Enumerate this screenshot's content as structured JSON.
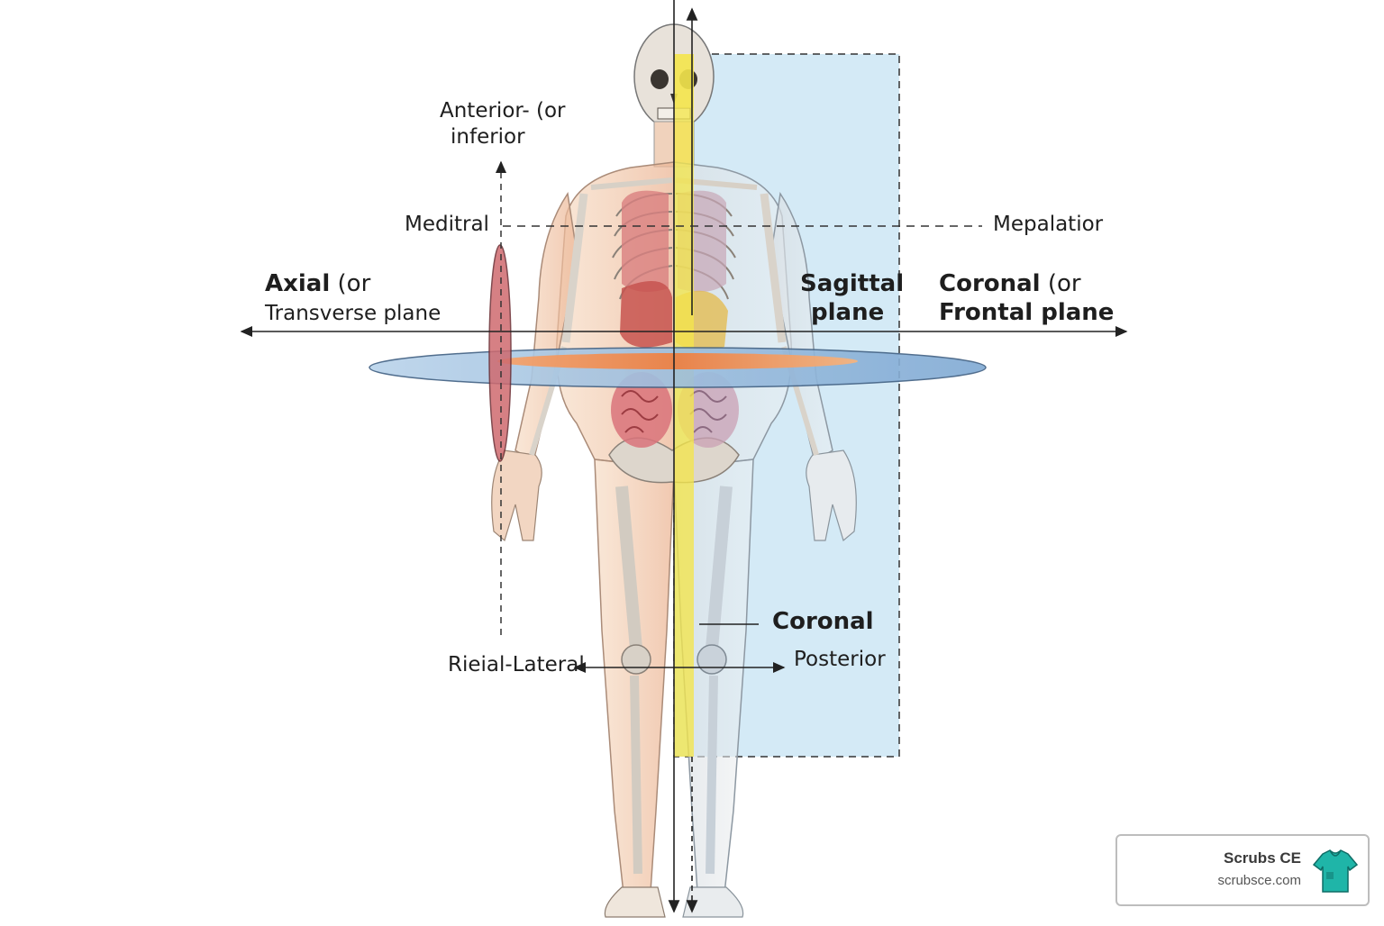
{
  "labels": {
    "anterior_line1": "Anterior- (or",
    "anterior_line2": "inferior",
    "meditral": "Meditral",
    "mepalatior": "Mepalatior",
    "axial_bold": "Axial",
    "axial_rest": " (or",
    "axial_line2": "Transverse plane",
    "sagittal_line1": "Sagittal",
    "sagittal_line2": "plane",
    "coronal_frontal_bold": "Coronal",
    "coronal_frontal_rest": " (or",
    "coronal_frontal_line2": "Frontal plane",
    "coronal": "Coronal",
    "posterior": "Posterior",
    "rieial_lateral": "Rieial-Lateral"
  },
  "watermark": {
    "name": "Scrubs CE",
    "url": "scrubsce.com",
    "icon": "scrubs-shirt-icon"
  },
  "colors": {
    "axial_plane": "#8fb6dc",
    "sagittal_plane": "#f2e24a",
    "coronal_plane": "#bfe0f3",
    "skin": "#f3c9a8",
    "bone": "#d8d2c8",
    "organs": "#c95a5a",
    "vertical_side_plane": "#c9656b"
  }
}
